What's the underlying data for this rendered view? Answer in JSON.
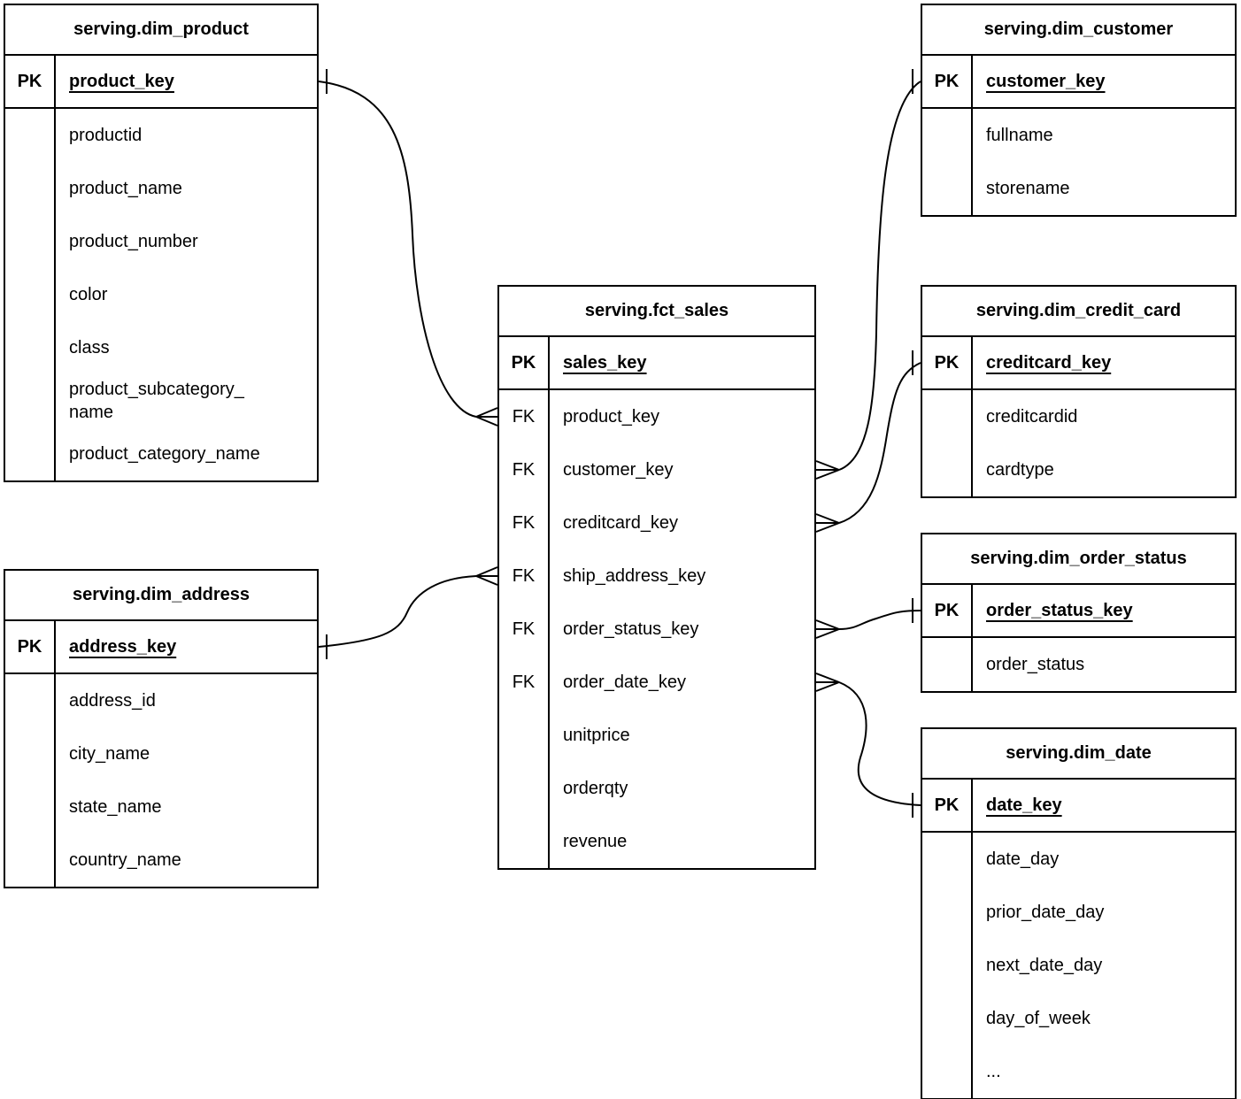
{
  "diagram": {
    "type": "entity-relationship",
    "notation": "crows-foot",
    "line_color": "#000000",
    "background_color": "#ffffff",
    "tables": [
      {
        "title": "serving.dim_product",
        "pk": {
          "label": "PK",
          "field": "product_key"
        },
        "fields": [
          {
            "key": "",
            "name": "productid"
          },
          {
            "key": "",
            "name": "product_name"
          },
          {
            "key": "",
            "name": "product_number"
          },
          {
            "key": "",
            "name": "color"
          },
          {
            "key": "",
            "name": "class"
          },
          {
            "key": "",
            "name": "product_subcategory_\nname"
          },
          {
            "key": "",
            "name": "product_category_name"
          }
        ]
      },
      {
        "title": "serving.dim_address",
        "pk": {
          "label": "PK",
          "field": "address_key"
        },
        "fields": [
          {
            "key": "",
            "name": "address_id"
          },
          {
            "key": "",
            "name": "city_name"
          },
          {
            "key": "",
            "name": "state_name"
          },
          {
            "key": "",
            "name": "country_name"
          }
        ]
      },
      {
        "title": "serving.fct_sales",
        "pk": {
          "label": "PK",
          "field": "sales_key"
        },
        "fields": [
          {
            "key": "FK",
            "name": "product_key"
          },
          {
            "key": "FK",
            "name": "customer_key"
          },
          {
            "key": "FK",
            "name": "creditcard_key"
          },
          {
            "key": "FK",
            "name": "ship_address_key"
          },
          {
            "key": "FK",
            "name": "order_status_key"
          },
          {
            "key": "FK",
            "name": "order_date_key"
          },
          {
            "key": "",
            "name": "unitprice"
          },
          {
            "key": "",
            "name": "orderqty"
          },
          {
            "key": "",
            "name": "revenue"
          }
        ]
      },
      {
        "title": "serving.dim_customer",
        "pk": {
          "label": "PK",
          "field": "customer_key"
        },
        "fields": [
          {
            "key": "",
            "name": "fullname"
          },
          {
            "key": "",
            "name": "storename"
          }
        ]
      },
      {
        "title": "serving.dim_credit_card",
        "pk": {
          "label": "PK",
          "field": "creditcard_key"
        },
        "fields": [
          {
            "key": "",
            "name": "creditcardid"
          },
          {
            "key": "",
            "name": "cardtype"
          }
        ]
      },
      {
        "title": "serving.dim_order_status",
        "pk": {
          "label": "PK",
          "field": "order_status_key"
        },
        "fields": [
          {
            "key": "",
            "name": "order_status"
          }
        ]
      },
      {
        "title": "serving.dim_date",
        "pk": {
          "label": "PK",
          "field": "date_key"
        },
        "fields": [
          {
            "key": "",
            "name": "date_day"
          },
          {
            "key": "",
            "name": "prior_date_day"
          },
          {
            "key": "",
            "name": "next_date_day"
          },
          {
            "key": "",
            "name": "day_of_week"
          },
          {
            "key": "",
            "name": "..."
          }
        ]
      }
    ],
    "relationships": [
      {
        "parent": "serving.dim_product",
        "parent_key": "product_key",
        "parent_cardinality": "one",
        "child": "serving.fct_sales",
        "child_key": "product_key",
        "child_cardinality": "many"
      },
      {
        "parent": "serving.dim_address",
        "parent_key": "address_key",
        "parent_cardinality": "one",
        "child": "serving.fct_sales",
        "child_key": "ship_address_key",
        "child_cardinality": "many"
      },
      {
        "parent": "serving.dim_customer",
        "parent_key": "customer_key",
        "parent_cardinality": "one",
        "child": "serving.fct_sales",
        "child_key": "customer_key",
        "child_cardinality": "many"
      },
      {
        "parent": "serving.dim_credit_card",
        "parent_key": "creditcard_key",
        "parent_cardinality": "one",
        "child": "serving.fct_sales",
        "child_key": "creditcard_key",
        "child_cardinality": "many"
      },
      {
        "parent": "serving.dim_order_status",
        "parent_key": "order_status_key",
        "parent_cardinality": "one",
        "child": "serving.fct_sales",
        "child_key": "order_status_key",
        "child_cardinality": "many"
      },
      {
        "parent": "serving.dim_date",
        "parent_key": "date_key",
        "parent_cardinality": "one",
        "child": "serving.fct_sales",
        "child_key": "order_date_key",
        "child_cardinality": "many"
      }
    ]
  }
}
